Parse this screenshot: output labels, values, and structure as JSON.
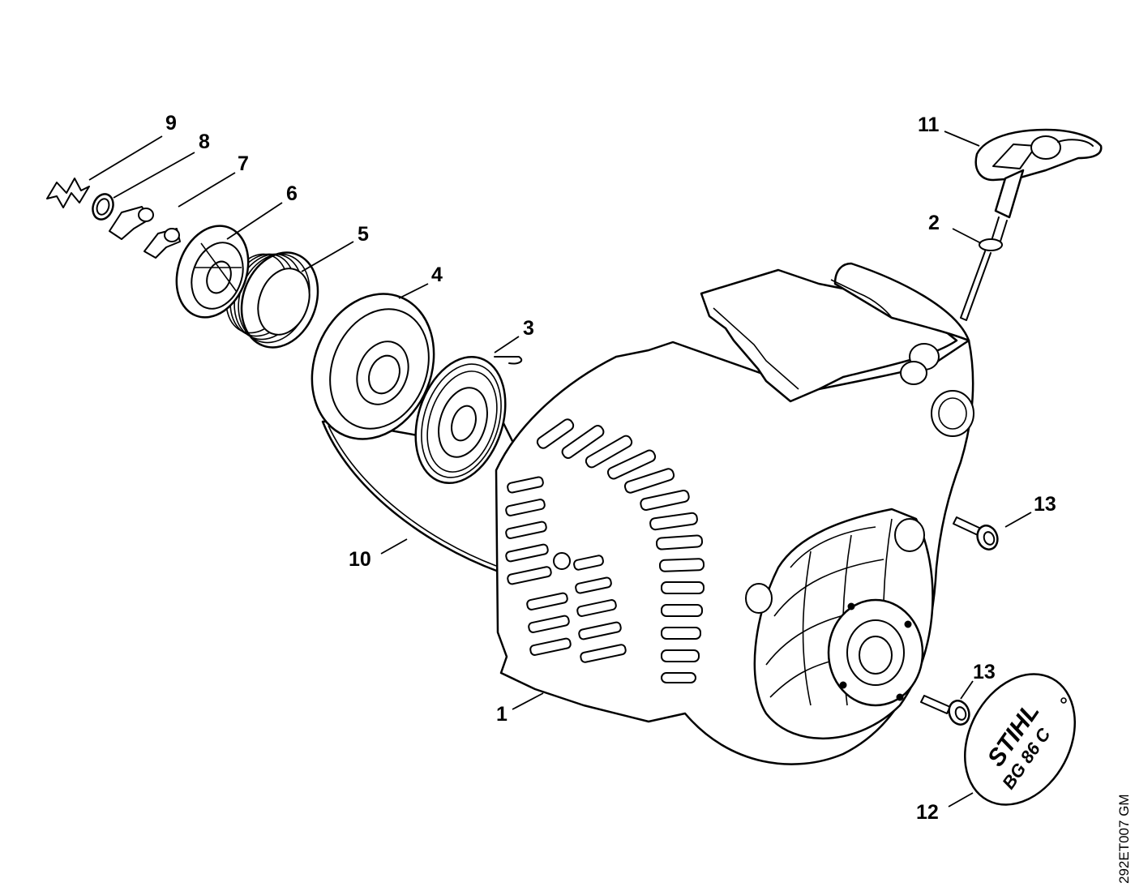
{
  "diagram": {
    "drawing_code": "292ET007 GM",
    "callouts": [
      {
        "id": "c1",
        "text": "1"
      },
      {
        "id": "c2",
        "text": "2"
      },
      {
        "id": "c3",
        "text": "3"
      },
      {
        "id": "c4",
        "text": "4"
      },
      {
        "id": "c5",
        "text": "5"
      },
      {
        "id": "c6",
        "text": "6"
      },
      {
        "id": "c7",
        "text": "7"
      },
      {
        "id": "c8",
        "text": "8"
      },
      {
        "id": "c9",
        "text": "9"
      },
      {
        "id": "c10",
        "text": "10"
      },
      {
        "id": "c11",
        "text": "11"
      },
      {
        "id": "c12",
        "text": "12"
      },
      {
        "id": "c13a",
        "text": "13"
      },
      {
        "id": "c13b",
        "text": "13"
      }
    ],
    "emblem": {
      "brand": "STIHL",
      "model": "BG 86 C"
    },
    "colors": {
      "ink": "#000000",
      "paper": "#ffffff"
    }
  }
}
